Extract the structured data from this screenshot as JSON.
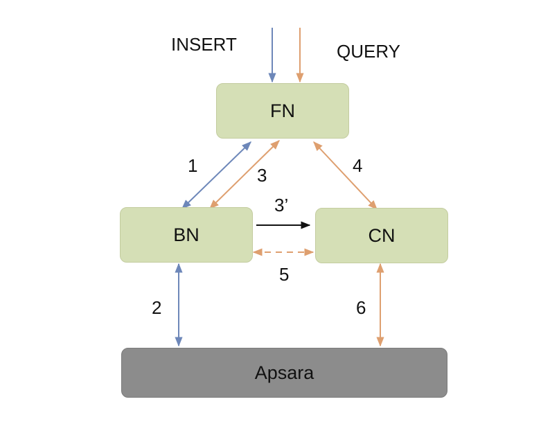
{
  "labels": {
    "insert": "INSERT",
    "query": "QUERY"
  },
  "nodes": {
    "fn": "FN",
    "bn": "BN",
    "cn": "CN",
    "apsara": "Apsara"
  },
  "edge_labels": {
    "e1": "1",
    "e2": "2",
    "e3": "3",
    "e3p": "3’",
    "e4": "4",
    "e5": "5",
    "e6": "6"
  },
  "colors": {
    "insert_path": "#6d87b9",
    "query_path": "#de9f6f",
    "direct_path": "#111111",
    "node_fill": "#d5dfb6",
    "storage_fill": "#8c8c8c"
  }
}
